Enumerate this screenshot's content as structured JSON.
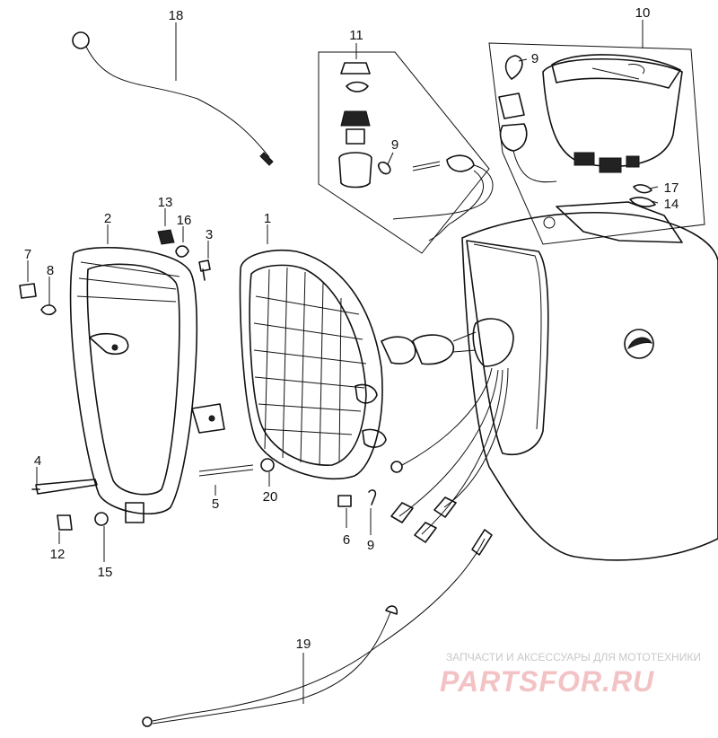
{
  "callouts": {
    "c1": "1",
    "c2": "2",
    "c3": "3",
    "c4": "4",
    "c5": "5",
    "c6": "6",
    "c7": "7",
    "c8": "8",
    "c9a": "9",
    "c9b": "9",
    "c9c": "9",
    "c10": "10",
    "c11": "11",
    "c12": "12",
    "c13": "13",
    "c14": "14",
    "c15": "15",
    "c16": "16",
    "c17": "17",
    "c18": "18",
    "c19": "19",
    "c20": "20"
  },
  "watermark": {
    "tagline": "ЗАПЧАСТИ И АКСЕССУАРЫ ДЛЯ МОТОТЕХНИКИ",
    "brand": "PARTSFOR.RU"
  }
}
